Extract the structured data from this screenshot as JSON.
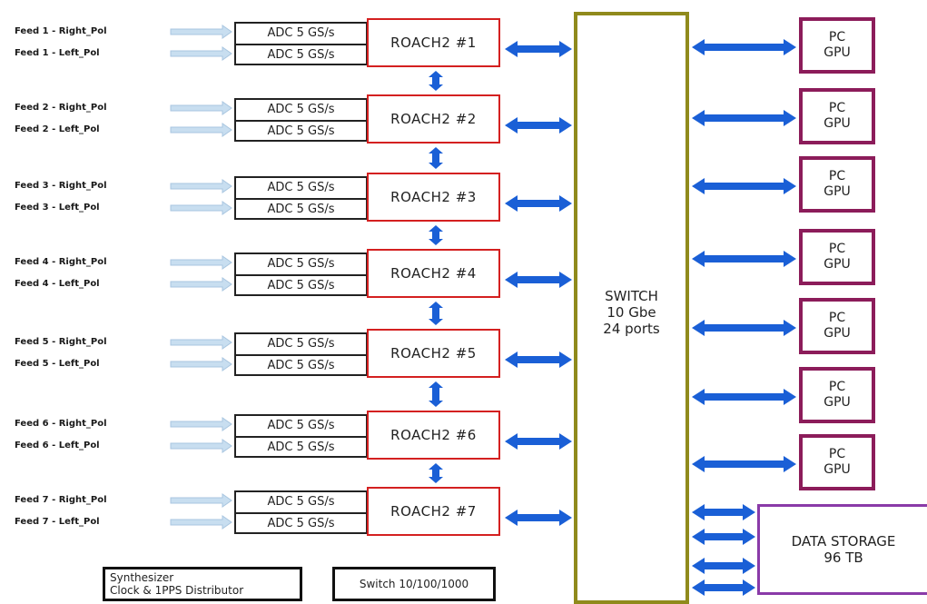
{
  "feeds": [
    {
      "right": "Feed 1 - Right_Pol",
      "left": "Feed 1 - Left_Pol",
      "adc_top": "ADC 5 GS/s",
      "adc_bottom": "ADC 5 GS/s",
      "roach": "ROACH2  #1"
    },
    {
      "right": "Feed 2 - Right_Pol",
      "left": "Feed 2 - Left_Pol",
      "adc_top": "ADC 5 GS/s",
      "adc_bottom": "ADC 5 GS/s",
      "roach": "ROACH2  #2"
    },
    {
      "right": "Feed 3 - Right_Pol",
      "left": "Feed 3 - Left_Pol",
      "adc_top": "ADC 5 GS/s",
      "adc_bottom": "ADC 5 GS/s",
      "roach": "ROACH2  #3"
    },
    {
      "right": "Feed 4 - Right_Pol",
      "left": "Feed 4 - Left_Pol",
      "adc_top": "ADC 5 GS/s",
      "adc_bottom": "ADC 5 GS/s",
      "roach": "ROACH2  #4"
    },
    {
      "right": "Feed 5 - Right_Pol",
      "left": "Feed 5 - Left_Pol",
      "adc_top": "ADC 5 GS/s",
      "adc_bottom": "ADC 5 GS/s",
      "roach": "ROACH2  #5"
    },
    {
      "right": "Feed 6 - Right_Pol",
      "left": "Feed 6 - Left_Pol",
      "adc_top": "ADC 5 GS/s",
      "adc_bottom": "ADC 5 GS/s",
      "roach": "ROACH2  #6"
    },
    {
      "right": "Feed 7 - Right_Pol",
      "left": "Feed 7 - Left_Pol",
      "adc_top": "ADC 5 GS/s",
      "adc_bottom": "ADC 5 GS/s",
      "roach": "ROACH2  #7"
    }
  ],
  "switch": {
    "line1": "SWITCH",
    "line2": "10 Gbe",
    "line3": "24 ports"
  },
  "pcs": [
    {
      "line1": "PC",
      "line2": "GPU"
    },
    {
      "line1": "PC",
      "line2": "GPU"
    },
    {
      "line1": "PC",
      "line2": "GPU"
    },
    {
      "line1": "PC",
      "line2": "GPU"
    },
    {
      "line1": "PC",
      "line2": "GPU"
    },
    {
      "line1": "PC",
      "line2": "GPU"
    },
    {
      "line1": "PC",
      "line2": "GPU"
    }
  ],
  "storage": {
    "line1": "DATA STORAGE",
    "line2": "96 TB"
  },
  "legend": {
    "synth_line1": "Synthesizer",
    "synth_line2": "Clock & 1PPS Distributor",
    "switch_label": "Switch 10/100/1000"
  },
  "colors": {
    "roach_border": "#d42020",
    "switch_border": "#8f8a1c",
    "pc_border": "#8c1c5a",
    "storage_border": "#8a3aa8",
    "bus_arrow": "#1a5fd6",
    "feed_arrow": "#c8def0"
  }
}
